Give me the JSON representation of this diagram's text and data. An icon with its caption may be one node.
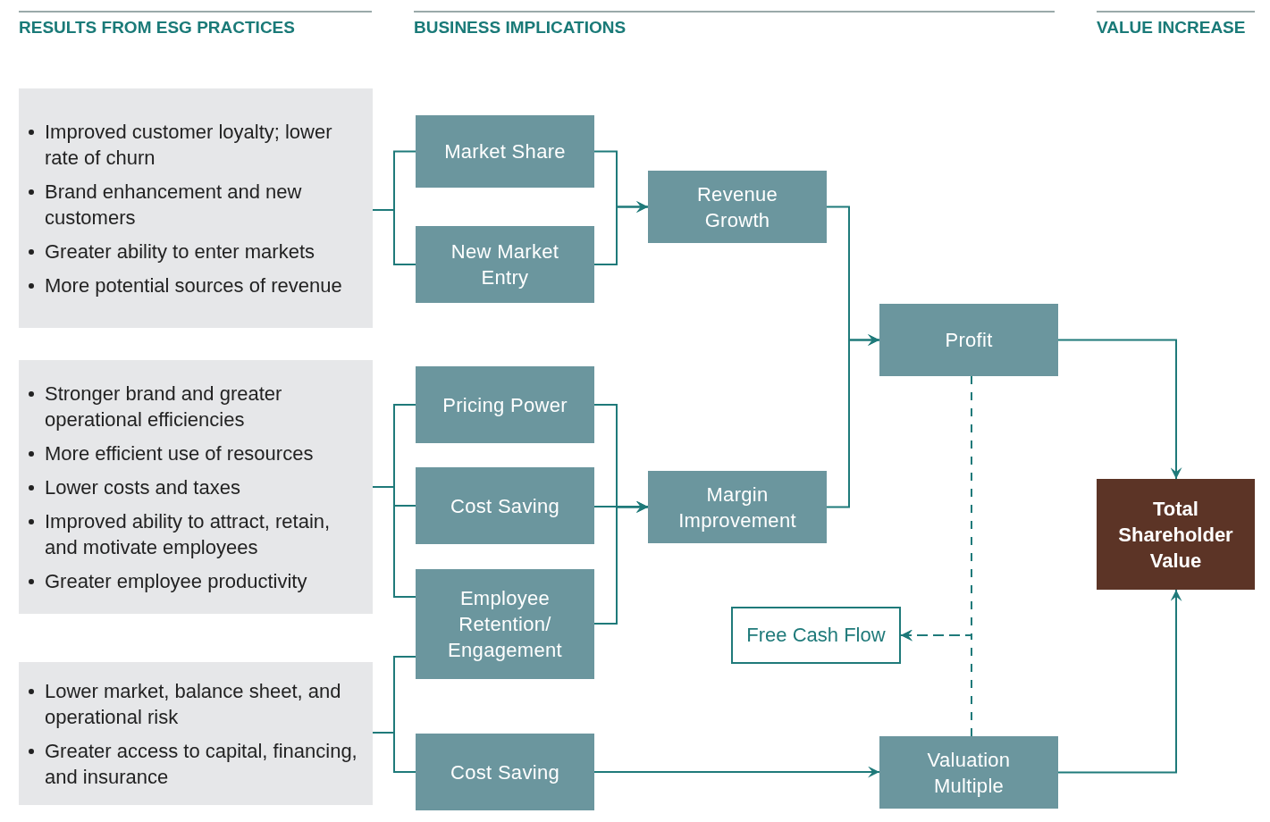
{
  "diagram": {
    "nodes": [
      {
        "text": [
          "Improved customer loyalty; lower rate of churn",
          "Brand enhancement and new customers",
          "Greater ability to enter markets",
          "More potential sources of revenue"
        ]
      },
      {
        "text": [
          "Market Share"
        ]
      },
      {
        "text": [
          "New Market Entry"
        ]
      },
      {
        "text": [
          "Revenue Growth"
        ]
      },
      {
        "text": [
          "Stronger brand and greater operational efficiencies",
          "More efficient use of resources",
          "Lower costs and taxes",
          "Improved ability to attract, retain, and motivate employees",
          "Greater employee productivity"
        ]
      },
      {
        "text": [
          "Pricing Power"
        ]
      },
      {
        "text": [
          "Cost Saving"
        ]
      },
      {
        "text": [
          "Margin Improvement"
        ]
      },
      {
        "text": [
          "Employee Retention/ Engagement"
        ]
      },
      {
        "text": [
          "Lower market, balance sheet, and operational risk",
          "Greater access to capital, financing, and insurance"
        ]
      },
      {
        "text": [
          "Cost Saving"
        ]
      },
      {
        "text": [
          "Profit"
        ]
      },
      {
        "text": [
          "Free Cash Flow"
        ]
      },
      {
        "text": [
          "Valuation Multiple"
        ]
      },
      {
        "text": [
          "Total Shareholder Value"
        ]
      }
    ],
    "edges": [
      {
        "from": 0,
        "to": 1,
        "arrow": "none"
      },
      {
        "from": 0,
        "to": 2,
        "arrow": "none"
      },
      {
        "from": 1,
        "to": 3,
        "arrow": "to"
      },
      {
        "from": 2,
        "to": 3,
        "arrow": "to"
      },
      {
        "from": 4,
        "to": 5,
        "arrow": "none"
      },
      {
        "from": 4,
        "to": 6,
        "arrow": "none"
      },
      {
        "from": 4,
        "to": 8,
        "arrow": "none"
      },
      {
        "from": 5,
        "to": 7,
        "arrow": "to"
      },
      {
        "from": 6,
        "to": 7,
        "arrow": "to"
      },
      {
        "from": 8,
        "to": 7,
        "arrow": "to"
      },
      {
        "from": 9,
        "to": 8,
        "arrow": "none"
      },
      {
        "from": 9,
        "to": 10,
        "arrow": "none"
      },
      {
        "from": 3,
        "to": 11,
        "arrow": "to"
      },
      {
        "from": 7,
        "to": 11,
        "arrow": "to"
      },
      {
        "from": 11,
        "to": 14,
        "arrow": "to"
      },
      {
        "from": 11,
        "to": 12,
        "arrow": "to",
        "style": "dashed"
      },
      {
        "from": 13,
        "to": 12,
        "arrow": "to",
        "style": "dashed"
      },
      {
        "from": 10,
        "to": 13,
        "arrow": "to"
      },
      {
        "from": 13,
        "to": 14,
        "arrow": "to"
      }
    ],
    "labels": [
      "RESULTS FROM ESG PRACTICES",
      "BUSINESS IMPLICATIONS",
      "VALUE INCREASE"
    ]
  }
}
